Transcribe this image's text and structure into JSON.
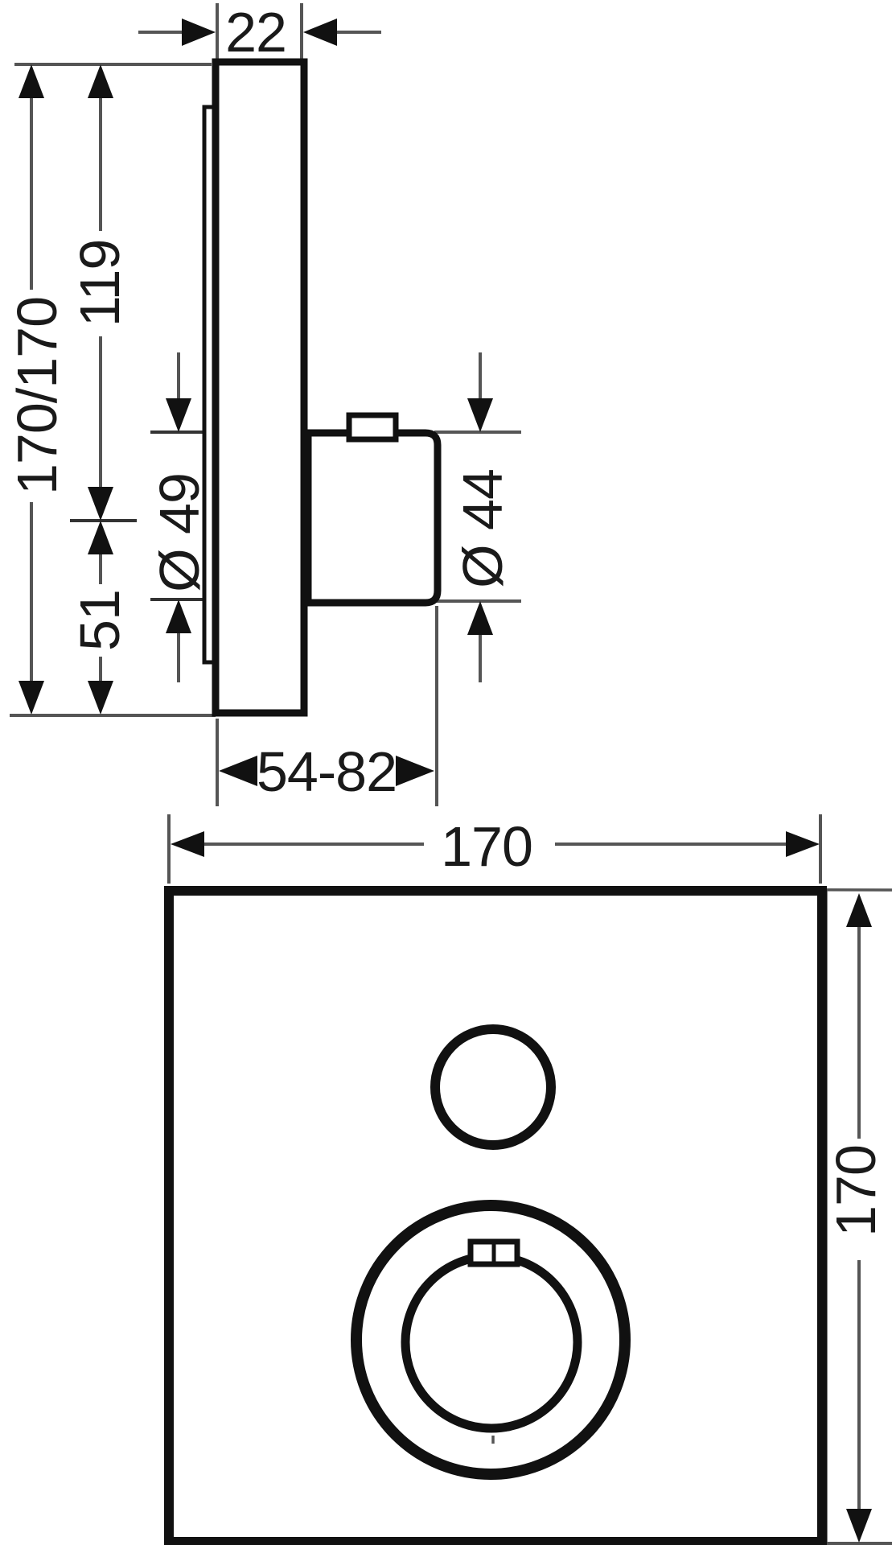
{
  "labels": {
    "plate_depth": "22",
    "plate_height_pair": "170/170",
    "top_to_handle_center": "119",
    "handle_center_to_bottom": "51",
    "sleeve_diameter": "Ø 49",
    "handle_diameter": "Ø 44",
    "install_depth_range": "54-82",
    "front_width": "170",
    "front_height": "170"
  },
  "colors": {
    "outline": "#111111",
    "dim": "#555555",
    "text": "#1a1a1a",
    "bg": "#ffffff"
  }
}
